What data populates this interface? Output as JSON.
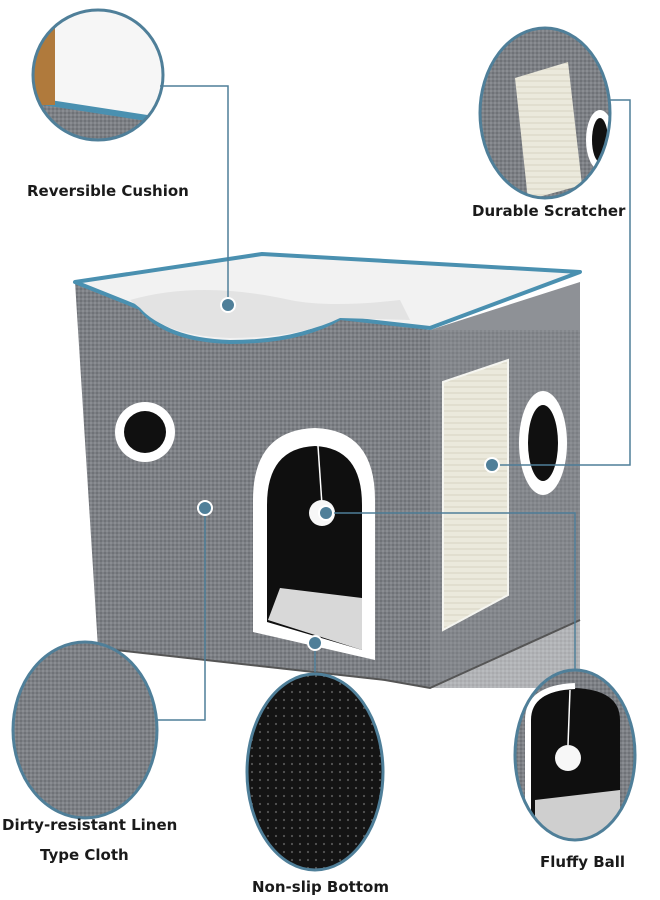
{
  "callouts": {
    "reversible_cushion": "Reversible Cushion",
    "durable_scratcher": "Durable Scratcher",
    "linen_line1": "Dirty-resistant Linen",
    "linen_line2": "Type Cloth",
    "non_slip_bottom": "Non-slip Bottom",
    "fluffy_ball": "Fluffy Ball"
  },
  "colors": {
    "fabric": "#7a7d82",
    "trim": "#4a90b0",
    "leader": "#4f7f99",
    "plush": "#f4f4f4",
    "scratcher": "#e8e6d8"
  }
}
